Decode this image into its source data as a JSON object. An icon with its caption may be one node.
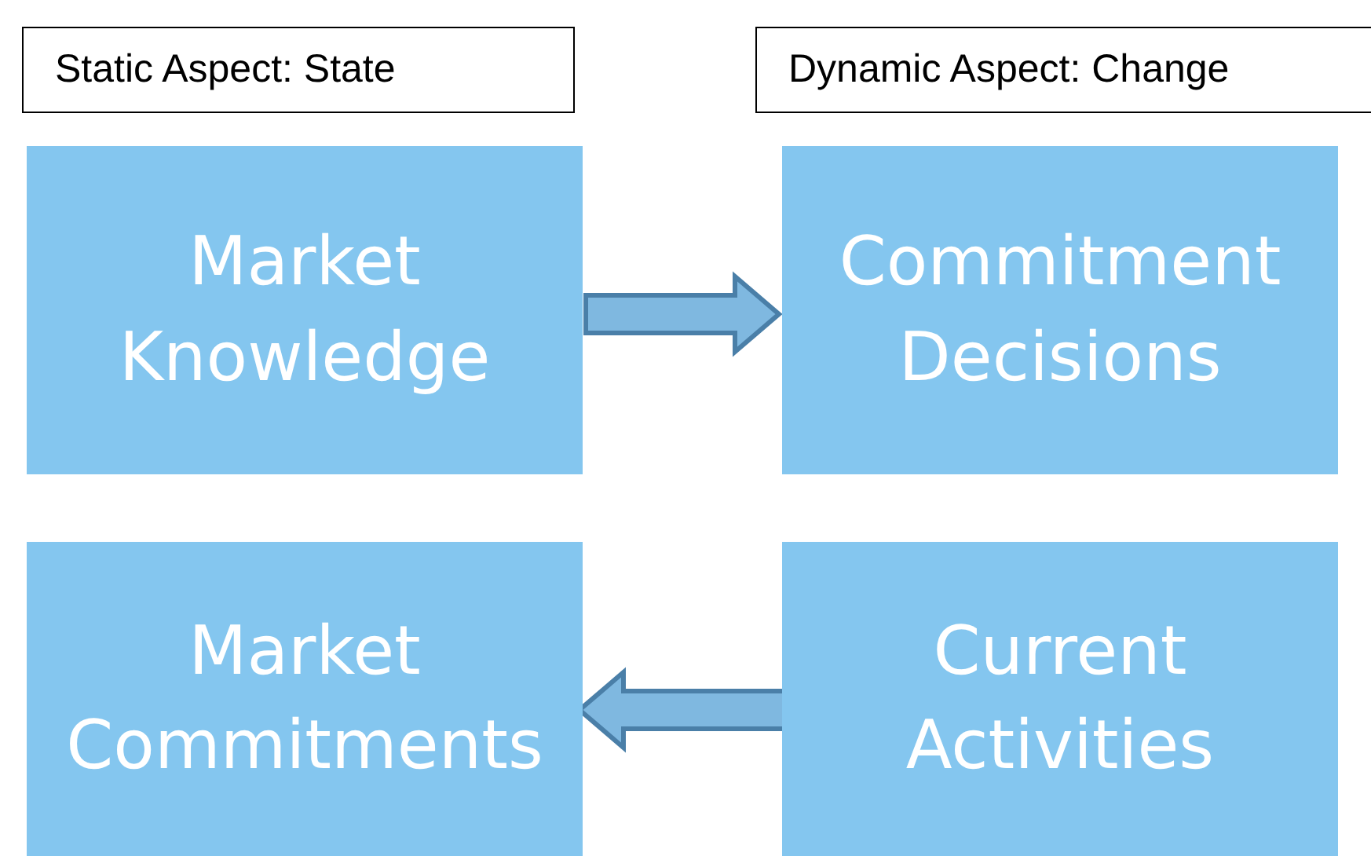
{
  "diagram": {
    "nodes": [
      {
        "text": [
          "Static Aspect: State"
        ]
      },
      {
        "text": [
          "Dynamic Aspect: Change"
        ]
      },
      {
        "text": [
          "Market Knowledge"
        ]
      },
      {
        "text": [
          "Commitment Decisions"
        ]
      },
      {
        "text": [
          "Market Commitments"
        ]
      },
      {
        "text": [
          "Current Activities"
        ]
      }
    ],
    "edges": [
      {
        "from": 2,
        "to": 3,
        "arrow": "to"
      },
      {
        "from": 5,
        "to": 4,
        "arrow": "to"
      }
    ]
  }
}
